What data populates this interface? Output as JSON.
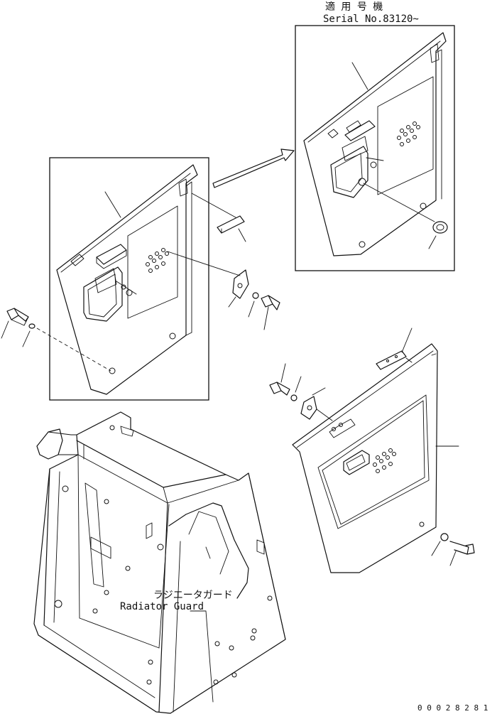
{
  "labels": {
    "applicable_serial_jp": "適 用 号 機",
    "applicable_serial_en": "Serial No.83120~",
    "radiator_guard_jp": "ラジエータガード",
    "radiator_guard_en": "Radiator Guard",
    "figure_number": "0 0 0 2 8 2 8 1"
  }
}
